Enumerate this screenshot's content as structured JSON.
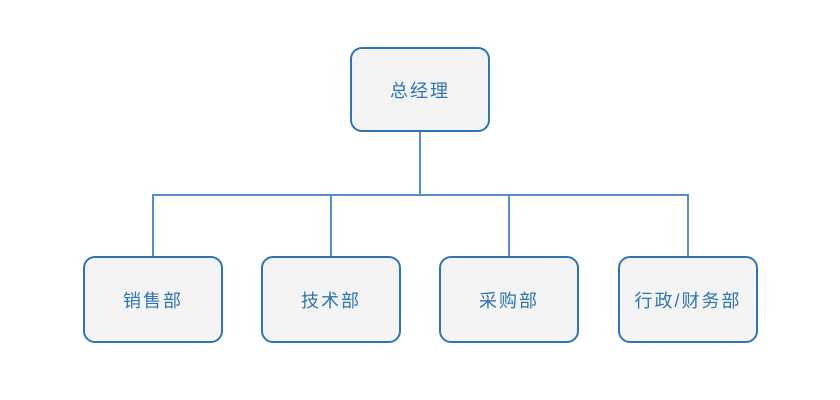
{
  "chart": {
    "type": "org-chart",
    "root": {
      "id": "general-manager",
      "label": "总经理"
    },
    "children": [
      {
        "id": "sales-dept",
        "label": "销售部"
      },
      {
        "id": "tech-dept",
        "label": "技术部"
      },
      {
        "id": "procurement-dept",
        "label": "采购部"
      },
      {
        "id": "admin-finance-dept",
        "label": "行政/财务部"
      }
    ],
    "colors": {
      "background": "#ffffff",
      "node_border": "#2e75b6",
      "node_fill": "#f4f4f4",
      "node_text": "#2e75b6",
      "connector": "#5390c9"
    }
  }
}
